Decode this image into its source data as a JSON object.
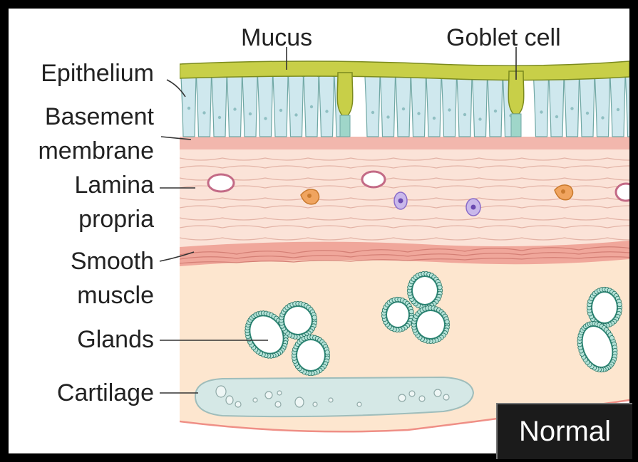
{
  "labels": {
    "mucus": "Mucus",
    "goblet_cell": "Goblet cell",
    "epithelium": "Epithelium",
    "basement_1": "Basement",
    "basement_2": "membrane",
    "lamina_1": "Lamina",
    "lamina_2": "propria",
    "smooth_1": "Smooth",
    "smooth_2": "muscle",
    "glands": "Glands",
    "cartilage": "Cartilage"
  },
  "badge": "Normal",
  "colors": {
    "mucus": "#c8cf48",
    "epithelium": "#cfe8ee",
    "basement": "#f2b7ad",
    "lamina": "#fbe3d8",
    "muscle": "#f0a79b",
    "submucosa": "#fde6cf",
    "gland": "#2f8a78",
    "cartilage": "#d5e8e6"
  }
}
